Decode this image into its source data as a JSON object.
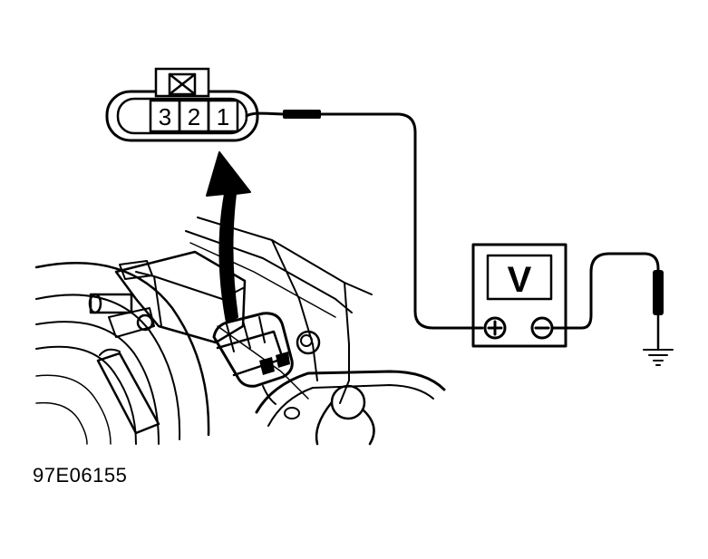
{
  "connector": {
    "pins": [
      "3",
      "2",
      "1"
    ]
  },
  "voltmeter": {
    "display": "V",
    "positive_terminal": "+",
    "negative_terminal": "−"
  },
  "icons": {
    "ground": "ground-icon",
    "probe": "probe-icon",
    "arrow": "curved-arrow-icon",
    "blank_cavity": "x-box-icon"
  },
  "figure_id": "97E06155"
}
